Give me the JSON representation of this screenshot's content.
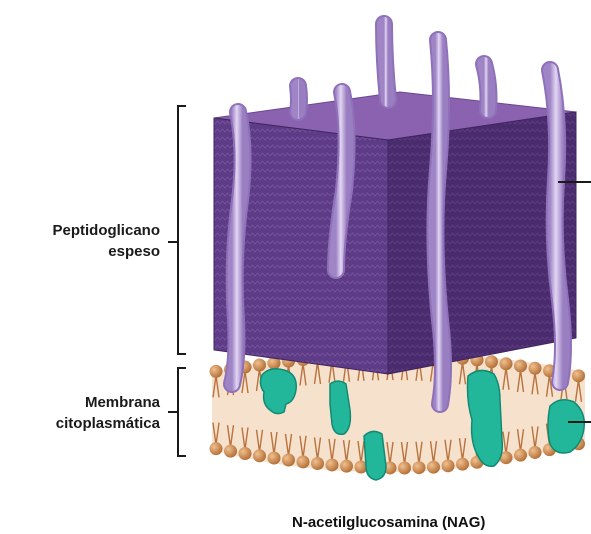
{
  "labels": {
    "peptidoglycan_line1": "Peptidoglicano",
    "peptidoglycan_line2": "espeso",
    "membrane_line1": "Membrana",
    "membrane_line2": "citoplasmática",
    "bottom_caption": "N-acetilglucosamina (NAG)"
  },
  "colors": {
    "peptidoglycan_front": "#5e3b86",
    "peptidoglycan_top": "#8a62b0",
    "peptidoglycan_side": "#4a2c6e",
    "teichoic_acid": "#b9a0d9",
    "membrane_head": "#c98a53",
    "membrane_tail": "#b9733e",
    "membrane_protein": "#22b79b"
  }
}
